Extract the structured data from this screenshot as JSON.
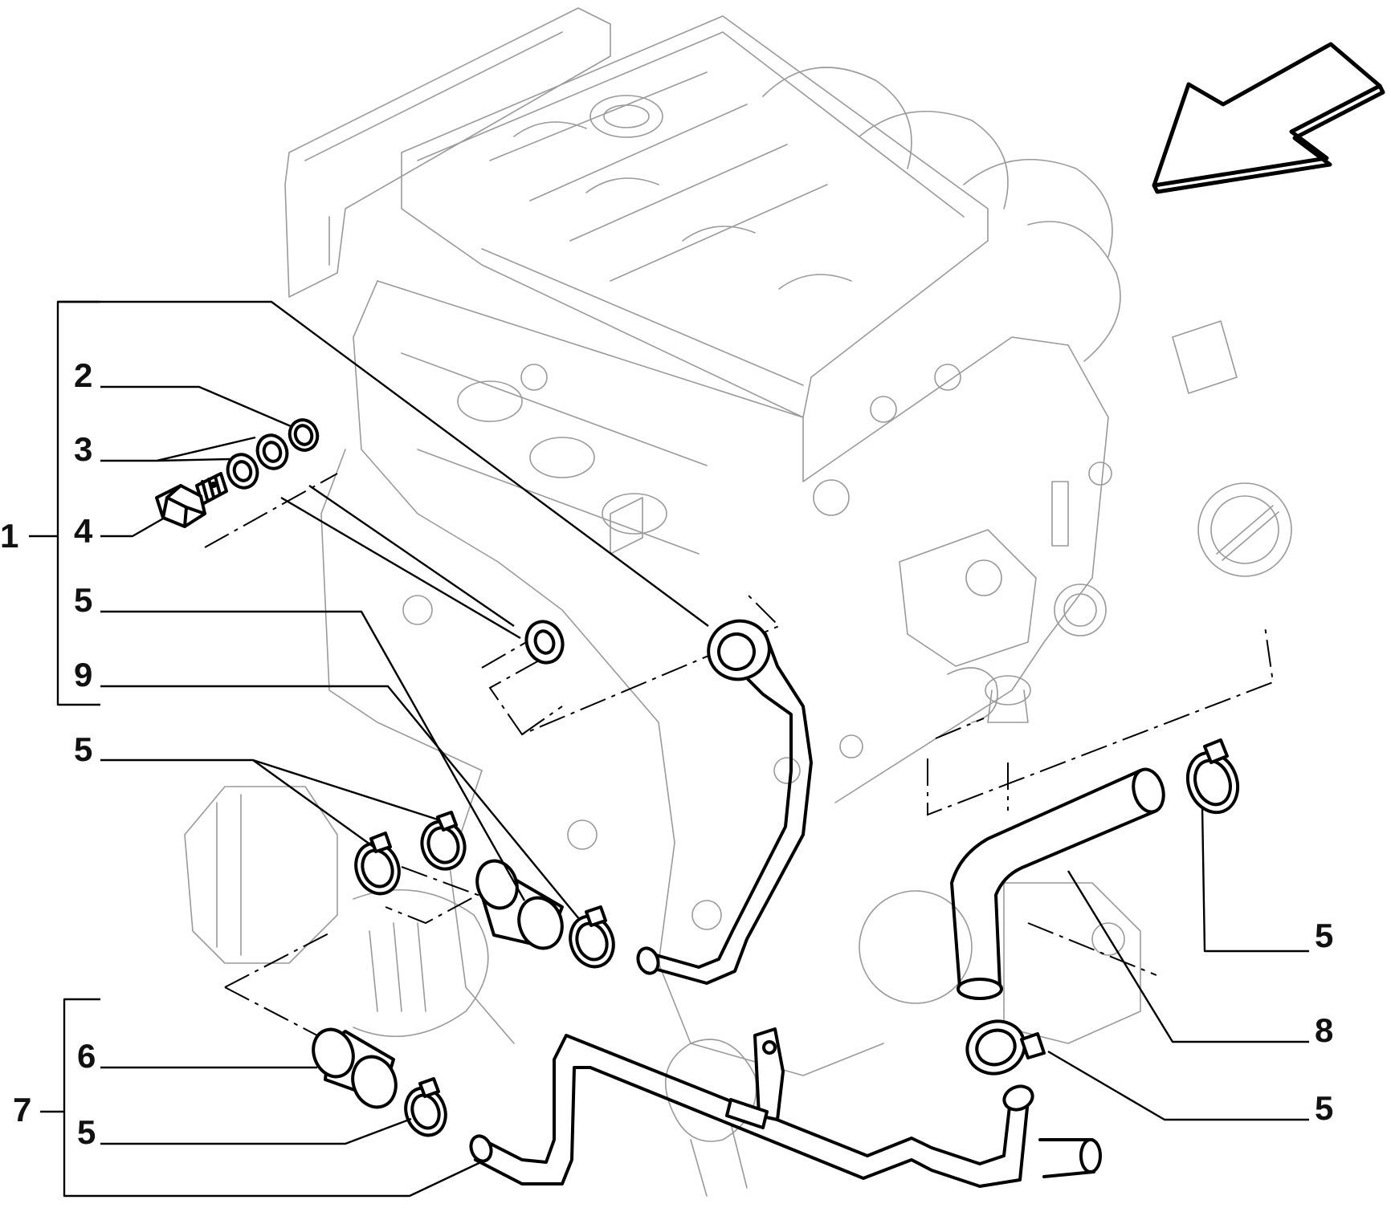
{
  "callouts": {
    "c1": "1",
    "c2": "2",
    "c3": "3",
    "c4": "4",
    "c5a": "5",
    "c9": "9",
    "c5b": "5",
    "c6": "6",
    "c7": "7",
    "c5c": "5",
    "c5d": "5",
    "c8": "8",
    "c5e": "5"
  },
  "colors": {
    "line": "#000000",
    "engine_outline": "#9a9a9a",
    "background": "#ffffff"
  },
  "icons": {
    "direction": "view-direction-arrow-icon"
  }
}
